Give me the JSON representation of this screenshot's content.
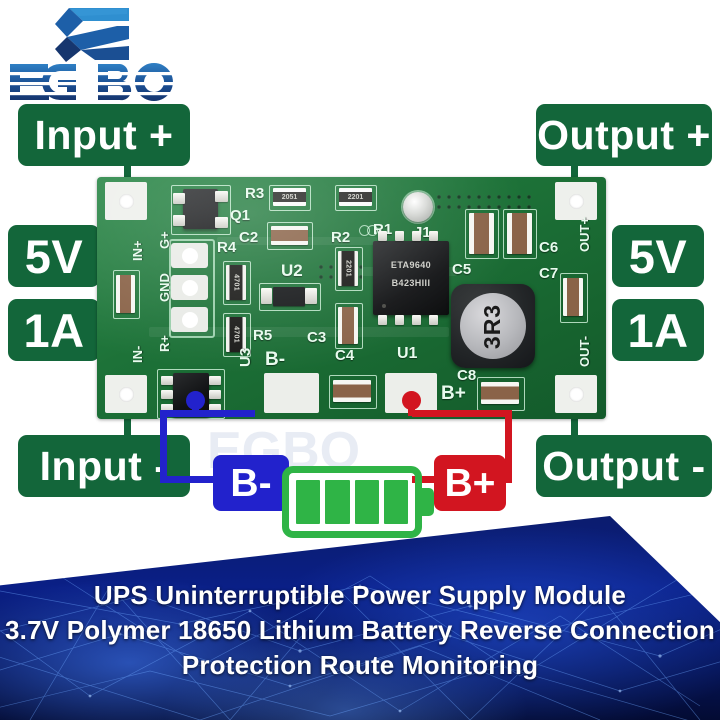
{
  "brand": {
    "name": "EGBO",
    "logo_icon": "egbo-chevron-logo",
    "colors": {
      "blue_dark": "#16366e",
      "blue_mid": "#1d5fa8",
      "blue_light": "#2f8fd0"
    }
  },
  "callouts": {
    "green": "#13663a",
    "input_plus": "Input +",
    "input_minus": "Input -",
    "output_plus": "Output +",
    "output_minus": "Output -",
    "voltage_left": "5V",
    "current_left": "1A",
    "voltage_right": "5V",
    "current_right": "1A"
  },
  "battery_schematic": {
    "negative_label": "B-",
    "positive_label": "B+",
    "negative_color": "#2222cc",
    "positive_color": "#d21520",
    "battery_color": "#2fb446",
    "battery_cells": 4,
    "watermark_text": "EGBO"
  },
  "pcb": {
    "silkscreen": {
      "pads_left": [
        "IN+",
        "IN-"
      ],
      "pads_center_left": [
        "G+",
        "GND",
        "R+"
      ],
      "pads_right": [
        "OUT+",
        "OUT-"
      ],
      "battery_pads": [
        "B-",
        "B+"
      ],
      "designators": [
        "Q1",
        "R3",
        "R4",
        "R5",
        "R2",
        "R1",
        "J1",
        "C2",
        "C3",
        "C4",
        "C5",
        "C6",
        "C7",
        "C8",
        "U1",
        "U2",
        "U3"
      ]
    },
    "ic_main": {
      "line1": "ETA9640",
      "line2": "B423HIII",
      "designator": "U1"
    },
    "inductor": {
      "marking": "3R3"
    },
    "resistors": [
      {
        "designator": "R3",
        "marking": "2051"
      },
      {
        "designator": "R2_top",
        "marking": "2201"
      },
      {
        "designator": "R2",
        "marking": "2201"
      },
      {
        "designator": "R4",
        "marking": "4701"
      },
      {
        "designator": "R5",
        "marking": "4701"
      }
    ]
  },
  "banner": {
    "line1": "UPS Uninterruptible Power Supply Module",
    "line2": "3.7V Polymer 18650 Lithium Battery Reverse Connection",
    "line3": "Protection Route Monitoring"
  }
}
